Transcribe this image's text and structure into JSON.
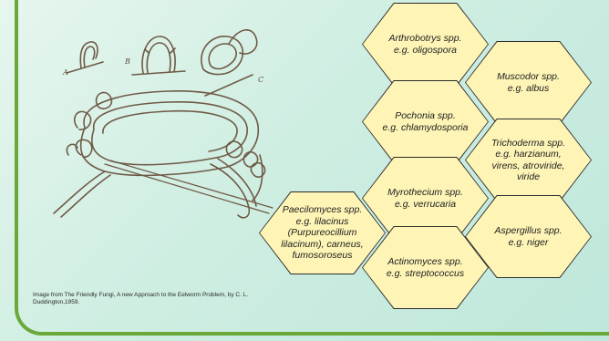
{
  "caption": "Image from The Friendly Fungi, A new Approach to the Eelworm Problem, by C. L. Duddington,1959.",
  "colors": {
    "hex_fill": "#fdf4b6",
    "hex_border": "#2b2b2b",
    "frame_accent": "#6aa83a",
    "background": "#cfeee2"
  },
  "illustration": {
    "label_a": "A",
    "label_b": "B",
    "label_c": "C"
  },
  "hexagons": [
    {
      "lines": [
        "Arthrobotrys spp.",
        "e.g. oligospora"
      ]
    },
    {
      "lines": [
        "Muscodor spp.",
        "e.g. albus"
      ]
    },
    {
      "lines": [
        "Pochonia spp.",
        "e.g. chlamydosporia"
      ]
    },
    {
      "lines": [
        "Trichoderma spp.",
        "e.g. harzianum,",
        "virens, atroviride,",
        "viride"
      ]
    },
    {
      "lines": [
        "Myrothecium spp.",
        "e.g. verrucaria"
      ]
    },
    {
      "lines": [
        "Paecilomyces spp.",
        "e.g. lilacinus",
        "(Purpureocillium",
        "lilacinum), carneus,",
        "fumosoroseus"
      ]
    },
    {
      "lines": [
        "Aspergillus spp.",
        "e.g. niger"
      ]
    },
    {
      "lines": [
        "Actinomyces spp.",
        "e.g. streptococcus"
      ]
    }
  ]
}
